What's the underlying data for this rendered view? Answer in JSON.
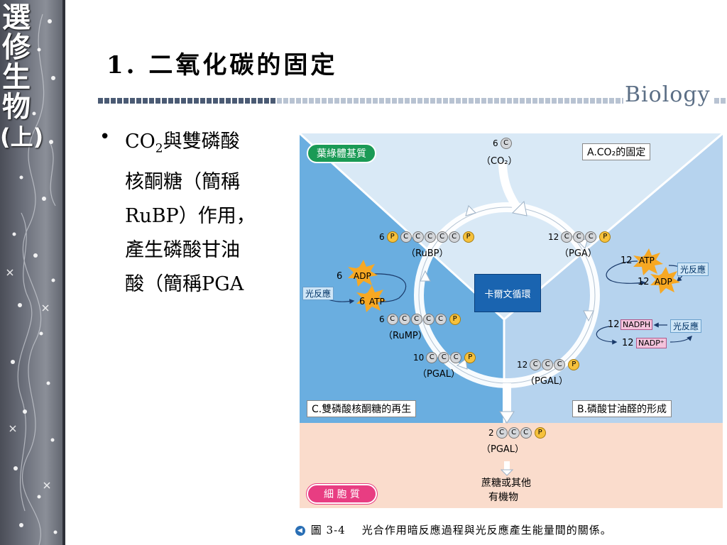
{
  "sidebar": {
    "course_chars": [
      "選",
      "修",
      "生",
      "物",
      "(上)"
    ]
  },
  "slide": {
    "title": "1. 二氧化碳的固定",
    "brand": "Biology"
  },
  "bullet": {
    "line1_prefix": "CO",
    "line1_sub": "2",
    "line1_rest": "與雙磷酸",
    "line2": "核酮糖（簡稱",
    "line3": "RuBP）作用，",
    "line4": "產生磷酸甘油",
    "line5": "酸（簡稱PGA"
  },
  "figure": {
    "stroma_label": "葉綠體基質",
    "cytoplasm_label": "細 胞 質",
    "region_a": "A.CO₂的固定",
    "region_b": "B.磷酸甘油醛的形成",
    "region_c": "C.雙磷酸核酮糖的再生",
    "cycle_label": "卡爾文循環",
    "co2_count": "6",
    "co2_c": "C",
    "co2_name": "（CO₂）",
    "rubp_count": "6",
    "rubp_name": "（RuBP）",
    "pga_count": "12",
    "pga_name": "（PGA）",
    "rump_count": "6",
    "rump_name": "（RuMP）",
    "pgal10_count": "10",
    "pgal10_name": "（PGAL）",
    "pgal12_count": "12",
    "pgal12_name": "（PGAL）",
    "pgal2_count": "2",
    "pgal2_name": "（PGAL）",
    "atp": "ATP",
    "adp": "ADP",
    "nadph": "NADPH",
    "nadp": "NADP⁺",
    "light_reaction": "光反應",
    "atp_a_count": "12",
    "adp_a_count": "12",
    "nadph_count": "12",
    "nadp_count": "12",
    "adp_c_count": "6",
    "atp_c_count": "6",
    "c_letter": "C",
    "p_letter": "P",
    "output_line1": "蔗糖或其他",
    "output_line2": "有機物"
  },
  "caption": {
    "figure_number": "圖 3-4",
    "text": "光合作用暗反應過程與光反應產生能量間的關係。"
  },
  "colors": {
    "stroma_dark": "#6aaee0",
    "stroma_light": "#bcd7ee",
    "cytoplasm": "#fadccc",
    "cycle_box": "#1a64b0",
    "stroma_pill": "#1a9a55",
    "cytoplasm_pill": "#e83d82"
  }
}
